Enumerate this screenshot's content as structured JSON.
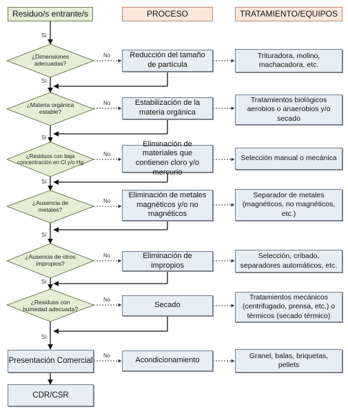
{
  "headers": {
    "input": "Residuo/s entrante/s",
    "process": "PROCESO",
    "treatment": "TRATAMIENTO/EQUIPOS"
  },
  "decisions": [
    {
      "question": "¿Dimensiones adecuadas?",
      "process": "Reducción del tamaño de partícula",
      "treatment": "Trituradora, molino, machacadora, etc."
    },
    {
      "question": "¿Materia orgánica estable?",
      "process": "Estabilización de la materia orgánica",
      "treatment": "Tratamientos biológicos aerobios o anaerobios y/o secado"
    },
    {
      "question": "¿Residuos con baja concentración en Cl y/o Hg",
      "process": "Eliminación de materiales que contienen cloro y/o mercurio",
      "treatment": "Selección manual o mecánica"
    },
    {
      "question": "¿Ausencia de metales?",
      "process": "Eliminación de metales magnéticos y/o no magnéticos",
      "treatment": "Separador de metales (magnéticos, no magnéticos, etc.)"
    },
    {
      "question": "¿Ausencia de otros impropios?",
      "process": "Eliminación de impropios",
      "treatment": "Selección, cribado, separadores automáticos, etc."
    },
    {
      "question": "¿Residuos con humedad adecuada?",
      "process": "Secado",
      "treatment": "Tratamientos mecánicos (centrifugado, prensa, etc.) o térmicos (secado térmico)"
    }
  ],
  "presentation": {
    "label": "Presentación Comercial",
    "process": "Acondicionamiento",
    "treatment": "Granel, balas, briquetas, pellets"
  },
  "output": "CDR/CSR",
  "labels": {
    "yes": "Sí",
    "no": "No"
  }
}
